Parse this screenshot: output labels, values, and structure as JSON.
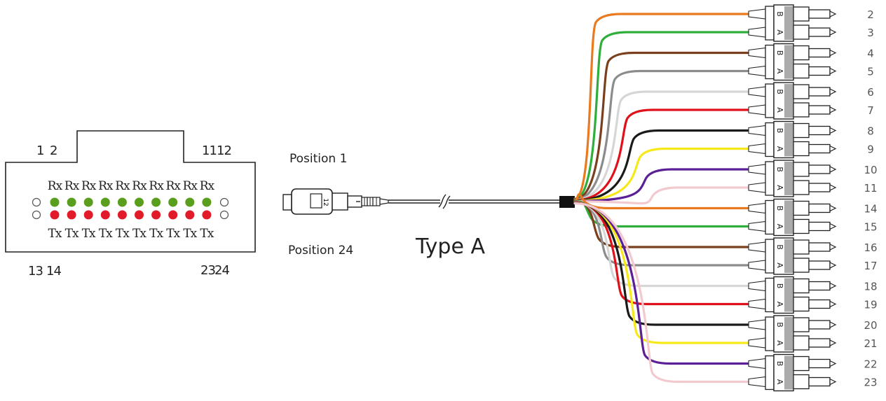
{
  "connector_face": {
    "top_left_pins": [
      "1",
      "2"
    ],
    "top_right_pins": [
      "11",
      "12"
    ],
    "bottom_left_pins": [
      "13",
      "14"
    ],
    "bottom_right_pins": [
      "23",
      "24"
    ],
    "rx_label": "Rx",
    "tx_label": "Tx",
    "rx_count": 10,
    "tx_count": 10,
    "rx_color": "#5a9e1e",
    "tx_color": "#e21b2a"
  },
  "cable": {
    "position_top": "Position 1",
    "position_bottom": "Position 24",
    "type_label": "Type A",
    "mpo_text": "12"
  },
  "fanout": {
    "pair_top_label": "B",
    "pair_bottom_label": "A",
    "fibers": [
      {
        "num": "2",
        "color": "#ea7a1f"
      },
      {
        "num": "3",
        "color": "#2fae3b"
      },
      {
        "num": "4",
        "color": "#7a3f1c"
      },
      {
        "num": "5",
        "color": "#8c8c8c"
      },
      {
        "num": "6",
        "color": "#d6d6d6"
      },
      {
        "num": "7",
        "color": "#e0111a"
      },
      {
        "num": "8",
        "color": "#1a1a1a"
      },
      {
        "num": "9",
        "color": "#f7e81a"
      },
      {
        "num": "10",
        "color": "#5b1f96"
      },
      {
        "num": "11",
        "color": "#f2c9cf"
      },
      {
        "num": "14",
        "color": "#ea7a1f"
      },
      {
        "num": "15",
        "color": "#2fae3b"
      },
      {
        "num": "16",
        "color": "#7a3f1c"
      },
      {
        "num": "17",
        "color": "#8c8c8c"
      },
      {
        "num": "18",
        "color": "#d6d6d6"
      },
      {
        "num": "19",
        "color": "#e0111a"
      },
      {
        "num": "20",
        "color": "#1a1a1a"
      },
      {
        "num": "21",
        "color": "#f7e81a"
      },
      {
        "num": "22",
        "color": "#5b1f96"
      },
      {
        "num": "23",
        "color": "#f2c9cf"
      }
    ]
  }
}
